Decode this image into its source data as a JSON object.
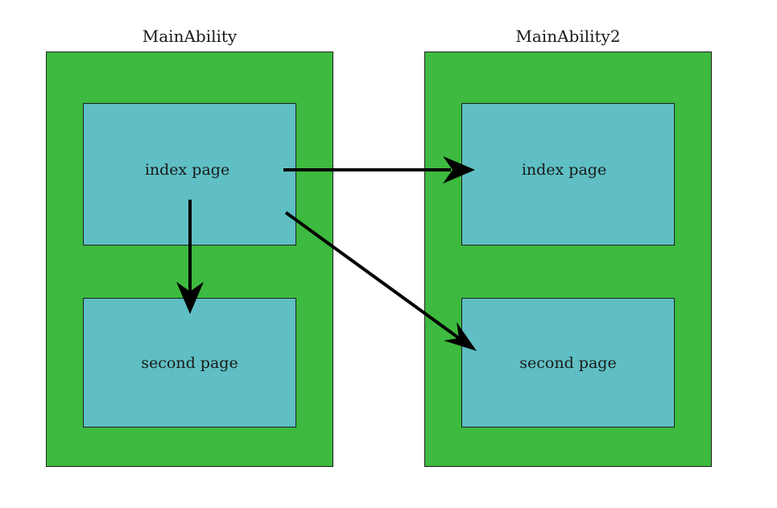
{
  "colors": {
    "ability_fill": "#3dba3f",
    "page_fill": "#5fbfc4",
    "border": "#1f1f1f",
    "arrow": "#000000"
  },
  "abilities": [
    {
      "title": "MainAbility",
      "pages": [
        {
          "label": "index page"
        },
        {
          "label": "second page"
        }
      ]
    },
    {
      "title": "MainAbility2",
      "pages": [
        {
          "label": "index page"
        },
        {
          "label": "second page"
        }
      ]
    }
  ],
  "arrows": [
    {
      "from": "MainAbility index page",
      "to": "MainAbility second page"
    },
    {
      "from": "MainAbility index page",
      "to": "MainAbility2 index page"
    },
    {
      "from": "MainAbility index page",
      "to": "MainAbility2 second page"
    }
  ]
}
